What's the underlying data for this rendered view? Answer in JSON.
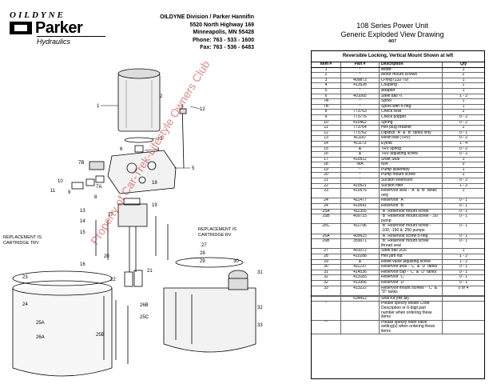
{
  "header": {
    "brand_top": "OILDYNE",
    "brand_main": "Parker",
    "brand_sub": "Hydraulics",
    "address_lines": [
      "OILDYNE Division / Parker Hannifin",
      "5520 North Highway 169",
      "Minneapolis, MN  55428",
      "Phone: 763 - 533 - 1600",
      "Fax:  763 - 536 - 6483"
    ]
  },
  "title": {
    "line1": "108 Series Power Unit",
    "line2": "Generic Exploded View Drawing",
    "date": "4/07"
  },
  "table": {
    "caption": "Reversible Locking, Vertical Mount Shown at left",
    "headers": [
      "Item #",
      "Part #",
      "Description",
      "Qty"
    ],
    "rows": [
      [
        "1",
        "*",
        "Motor",
        "1"
      ],
      [
        "2",
        "*",
        "Motor mount screws",
        "2"
      ],
      [
        "3",
        "409873",
        "O-ring (132-70)",
        "1"
      ],
      [
        "4",
        "413528",
        "Coupling",
        "1"
      ],
      [
        "5",
        "*",
        "Adapter",
        "1"
      ],
      [
        "6",
        "401065",
        "Steel ball ¼\"",
        "1 - 2"
      ],
      [
        "7A",
        "*",
        "Spool",
        "1"
      ],
      [
        "7B",
        "*",
        "Spool with o-ring",
        "1"
      ],
      [
        "8",
        "773763",
        "Check seat",
        "2"
      ],
      [
        "9",
        "773776",
        "Check poppet",
        "0 - 2"
      ],
      [
        "10",
        "410462",
        "Spring",
        "0 - 2"
      ],
      [
        "11",
        "773764",
        "Hex plug retainer",
        "2"
      ],
      [
        "12",
        "773762",
        "Dipstick \"A\" & \"B\" tanks only",
        "0 - 1"
      ],
      [
        "13",
        "411167",
        "Resin ball (TRV)",
        "0 - 2"
      ],
      [
        "14",
        "411173",
        "Eyelid",
        "1 - 4"
      ],
      [
        "15",
        "\" & \"",
        "TRV spring",
        "0 - 2"
      ],
      [
        "16",
        "\" & \"",
        "TRV adjusting screw",
        "0 - 2"
      ],
      [
        "17",
        "410512",
        "Shaft Seal",
        "1"
      ],
      [
        "18",
        "N/A",
        "N/A",
        "0"
      ],
      [
        "19",
        "*",
        "Pump assembly",
        "1"
      ],
      [
        "20",
        "*",
        "Pump mount screw",
        "2"
      ],
      [
        "21",
        "*",
        "Suction extension",
        "0 - 2"
      ],
      [
        "22",
        "410521",
        "Suction filter",
        "1 - 2"
      ],
      [
        "23",
        "410576",
        "Reservoir seal - \"A\" & \"B\" tanks only",
        "1"
      ],
      [
        "24",
        "411477",
        "Reservoir \"A\"",
        "0 - 1"
      ],
      [
        "24",
        "410541",
        "Reservoir \"B\"",
        "0 - 1"
      ],
      [
        "25A",
        "411355",
        "\"A\" Reservoir mount screw",
        "0 - 1"
      ],
      [
        "25B",
        "409715",
        "\"B\" Reservoir mount screw - .50\" pump",
        "0 - 1"
      ],
      [
        "25C",
        "411796",
        "\"B\" Reservoir mount screw - .100, .190 & .250 pumps",
        "0 - 1"
      ],
      [
        "26A",
        "409615",
        "\"A\" Reservoir screw o-ring",
        "0 - 1"
      ],
      [
        "26B",
        "359071",
        "\"B\" Reservoir mount screw thread seal",
        "0 - 1"
      ],
      [
        "27",
        "401072",
        "Steel ball 3/16\"",
        "1"
      ],
      [
        "28",
        "410288",
        "Hex jam nut",
        "1 - 2"
      ],
      [
        "29",
        "\" & \"",
        "Relief valve adjusting screw",
        "1 - 2"
      ],
      [
        "30",
        "411237",
        "Reservoir seal - \"C\" & \"D\" tanks",
        "0 - 1"
      ],
      [
        "31",
        "414536",
        "Reservoir cap - \"C\" & \"D\" tanks",
        "0 - 1"
      ],
      [
        "32",
        "413183",
        "Reservoir \"C\"",
        "0 - 1"
      ],
      [
        "32",
        "413356",
        "Reservoir \"D\"",
        "0 - 1"
      ],
      [
        "33",
        "413222",
        "Reservoir mount screws - \"C\" & \"D\" tanks",
        "0 or 4"
      ],
      [
        "",
        "",
        "",
        ""
      ],
      [
        "",
        "634412",
        "Seal Kit (fits all)",
        ""
      ],
      [
        "*",
        "",
        "Please specify Model Code Description or 6-digit part number when ordering these items",
        ""
      ],
      [
        "**",
        "",
        "Please specify relief valve setting(s) when ordering these items",
        ""
      ]
    ]
  },
  "diagram": {
    "labels": [
      "1",
      "2",
      "3",
      "4",
      "5",
      "6",
      "7A",
      "7B",
      "8",
      "9",
      "10",
      "11",
      "12",
      "13",
      "14",
      "15",
      "16",
      "17",
      "18",
      "19",
      "20",
      "21",
      "22",
      "23",
      "24",
      "25A",
      "25B",
      "25C",
      "26A",
      "26B",
      "27",
      "28",
      "29",
      "30",
      "31",
      "32",
      "33"
    ],
    "replacement_left": "REPLACEMENT IS CARTRIDGE TRV",
    "replacement_right": "REPLACEMENT IS CARTRIDGE RV"
  },
  "watermark": "Property of Car-Trek-Lifestyle Owners Club",
  "colors": {
    "watermark": "#c62828",
    "ink": "#000000"
  }
}
